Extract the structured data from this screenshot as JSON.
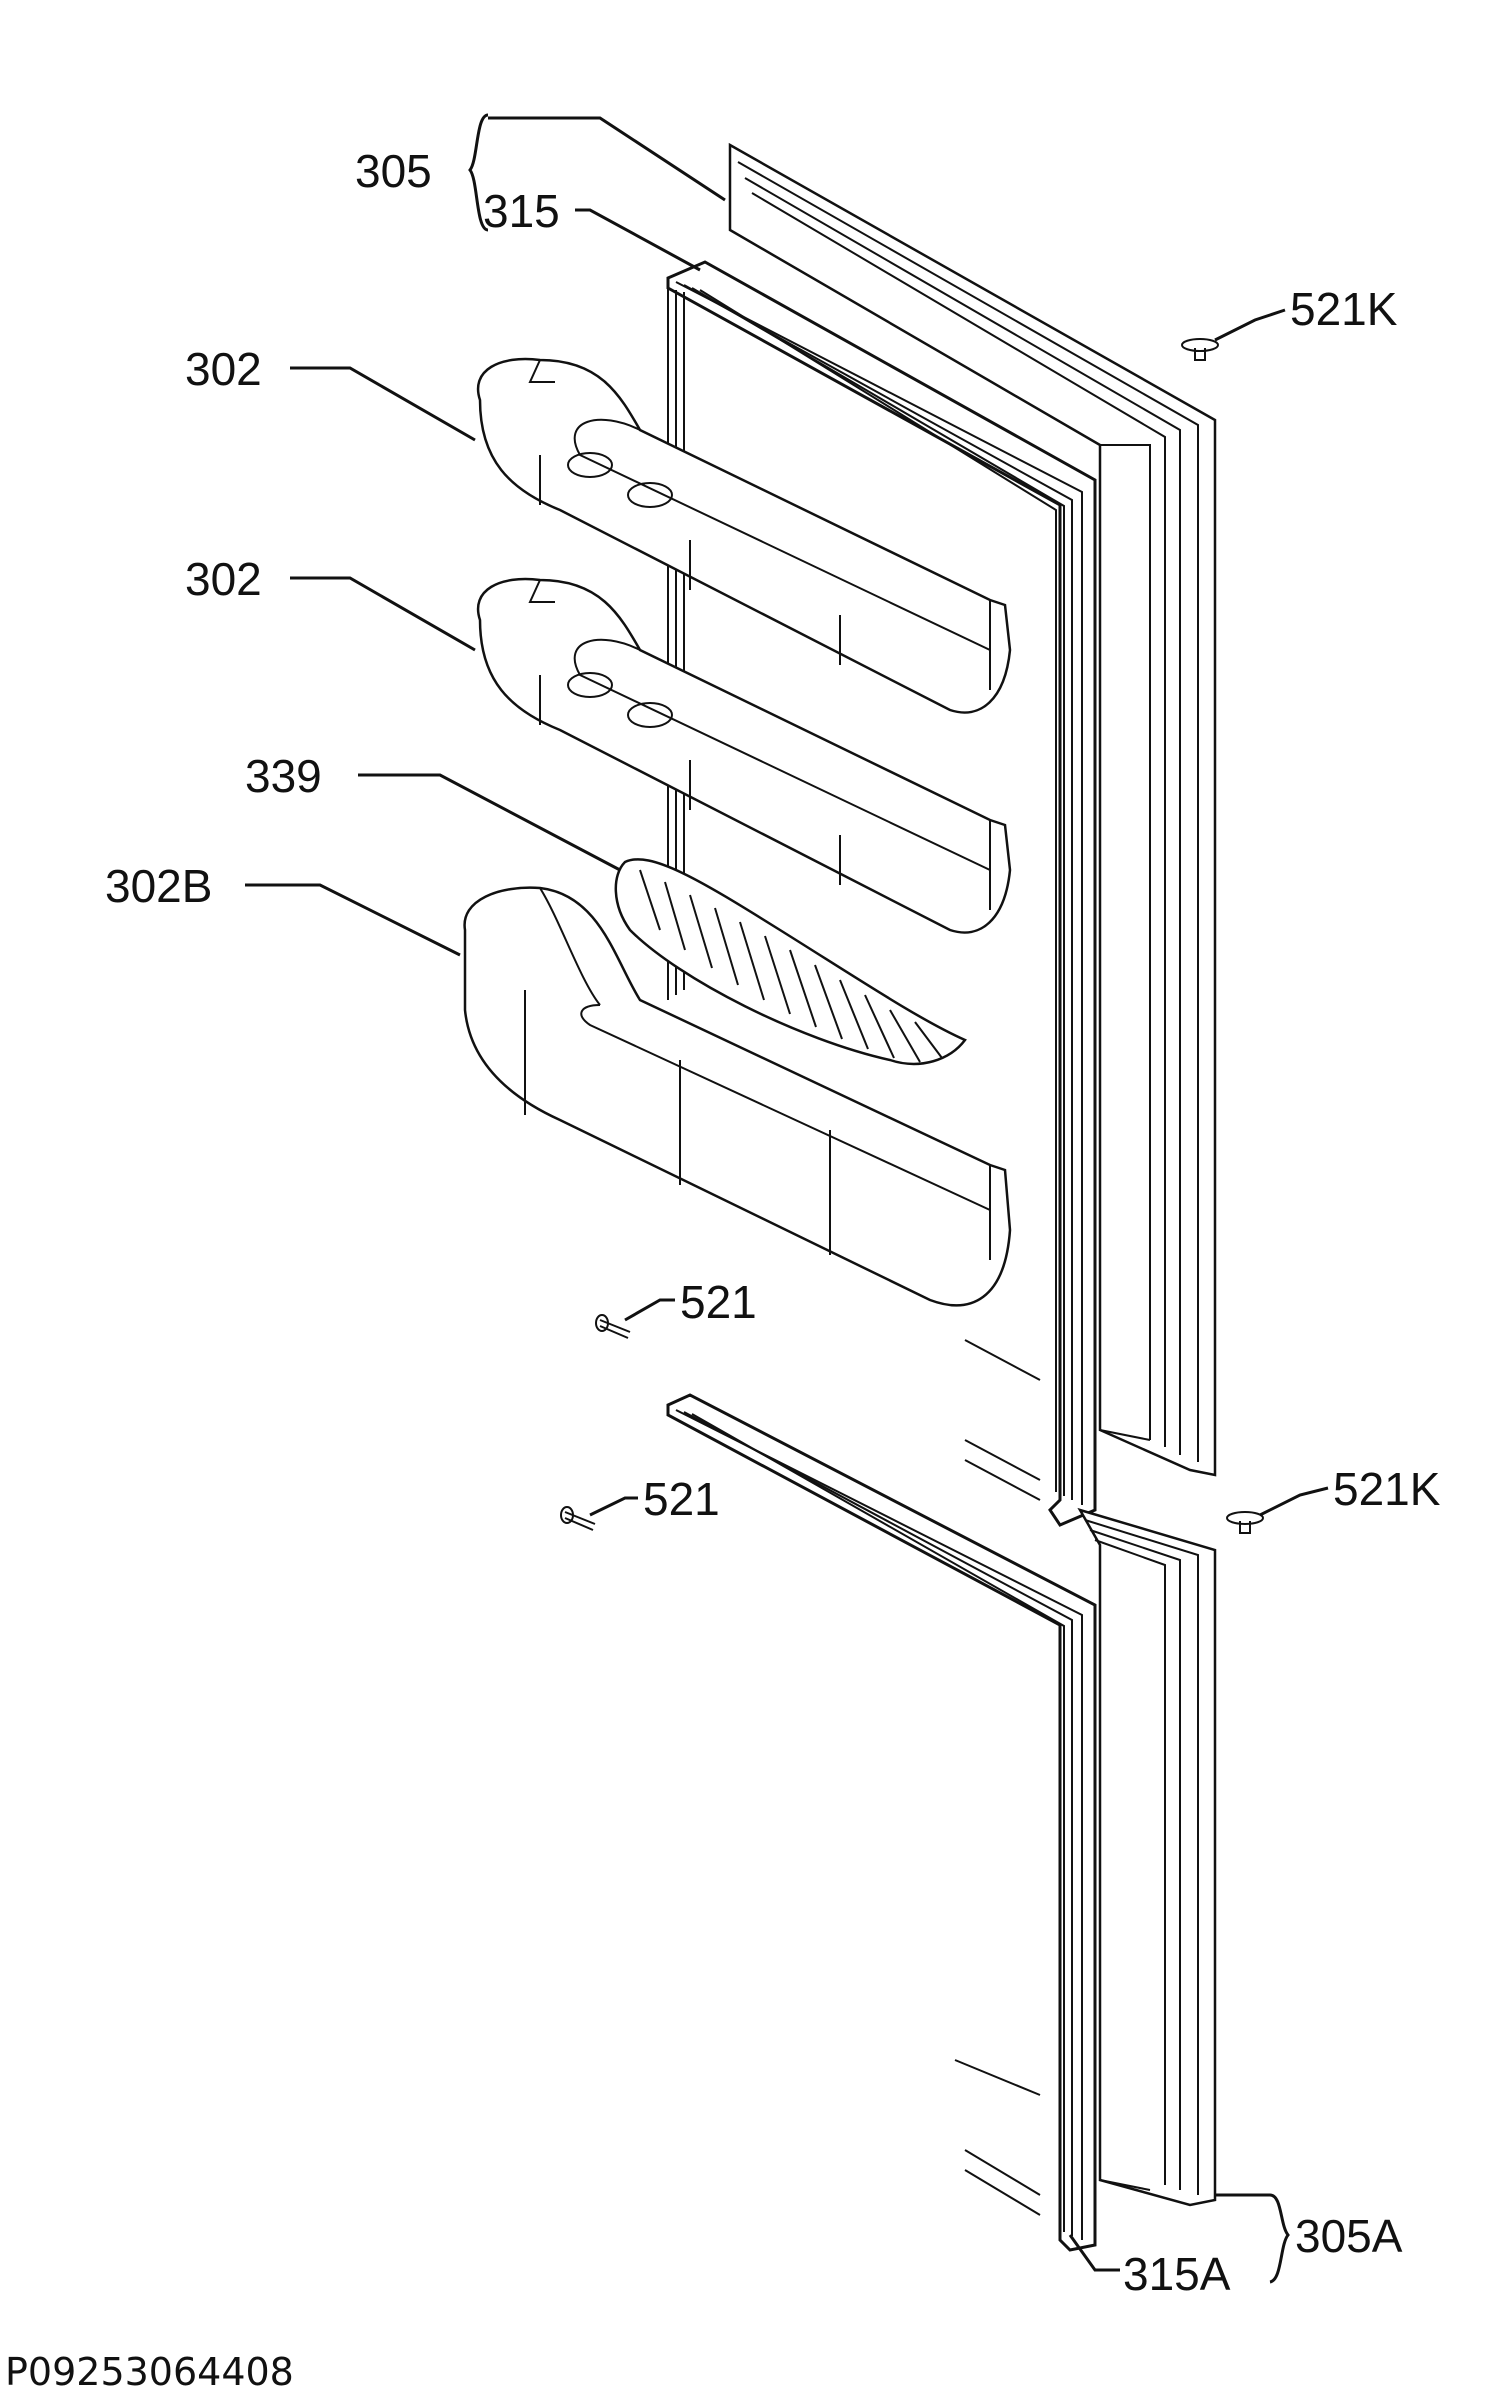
{
  "labels": {
    "door_upper": "305",
    "gasket_upper": "315",
    "hinge_cover_top": "521K",
    "shelf_1": "302",
    "shelf_2": "302",
    "divider": "339",
    "shelf_bottom": "302B",
    "screw_1": "521",
    "screw_2": "521",
    "hinge_cover_mid": "521K",
    "gasket_lower": "315A",
    "door_lower": "305A"
  },
  "drawing_code": "P09253064408"
}
